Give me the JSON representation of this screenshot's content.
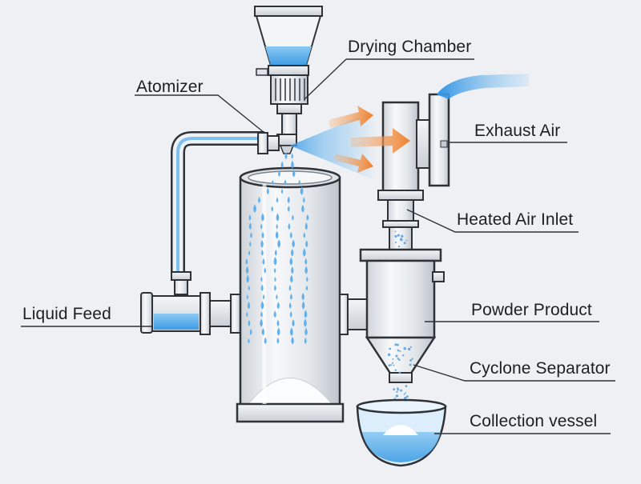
{
  "diagram": {
    "labels": {
      "drying_chamber": "Drying Chamber",
      "atomizer": "Atomizer",
      "exhaust_air": "Exhaust Air",
      "heated_air_inlet": "Heated Air Inlet",
      "liquid_feed": "Liquid Feed",
      "powder_product": "Powder Product",
      "cyclone_separator": "Cyclone Separator",
      "collection_vessel": "Collection vessel"
    },
    "colors": {
      "background": "#eef0f3",
      "liquid": "#5aaee8",
      "droplet": "#62b1ec",
      "hot_air_arrow": "#f08a3c",
      "exhaust_stream": "#4aa7ea",
      "outline": "#2f3237",
      "metal": "#e8ebef"
    },
    "icons": [
      "feed-hopper-icon",
      "orange-airflow-arrow-icon",
      "water-droplet-icon",
      "powder-pile-icon"
    ]
  }
}
